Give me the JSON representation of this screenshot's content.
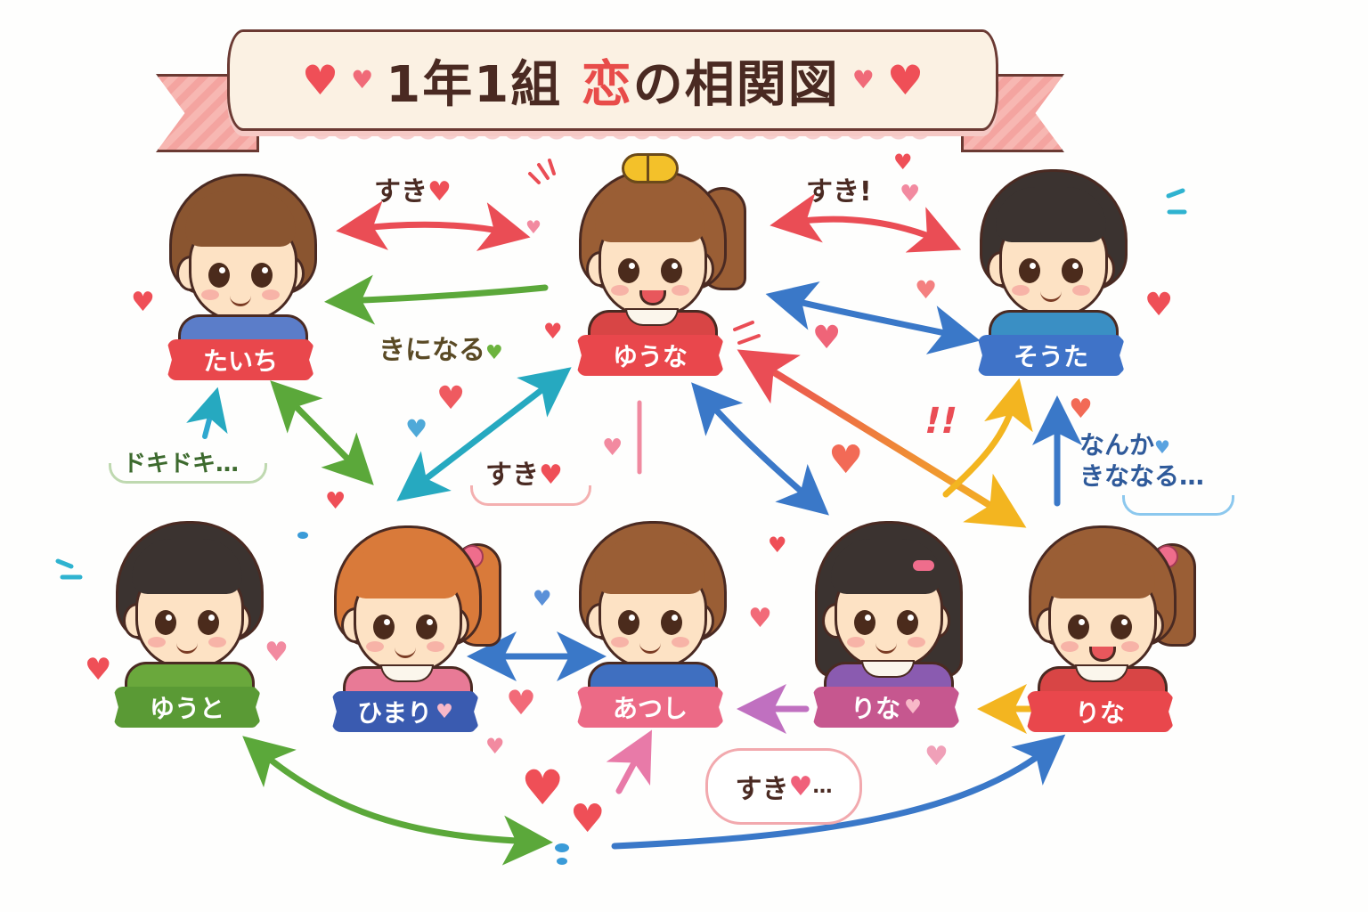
{
  "title": {
    "prefix": "1年1組",
    "accent": "恋",
    "suffix": "の相関図",
    "full": "1年1組 恋の相関図"
  },
  "colors": {
    "title_text": "#4a2a22",
    "title_accent": "#e84c4a",
    "banner_bg": "#fbf1e3",
    "banner_tail": "#f4a4a0",
    "heart_red": "#ef4f57",
    "heart_pink": "#f28aa0"
  },
  "characters": [
    {
      "id": "taichi",
      "name": "たいち",
      "tag_color": "#e9474c",
      "hair": "#8a5530",
      "shirt": "#5b7dc9",
      "position": "top-left"
    },
    {
      "id": "yuuna",
      "name": "ゆうな",
      "tag_color": "#e9474c",
      "hair": "#9a5e35",
      "shirt": "#d84545",
      "accessory": "yellow-ribbon",
      "position": "top-center"
    },
    {
      "id": "souta",
      "name": "そうた",
      "tag_color": "#3f73c8",
      "hair": "#3b3330",
      "shirt": "#3a8fc4",
      "position": "top-right"
    },
    {
      "id": "yuuto",
      "name": "ゆうと",
      "tag_color": "#5a9a35",
      "hair": "#3b3330",
      "shirt": "#6aa83c",
      "position": "bottom-1"
    },
    {
      "id": "himari",
      "name": "ひまり",
      "tag_color": "#3a5bb0",
      "hair": "#d97a3a",
      "shirt": "#e87a96",
      "tag_heart": "♥",
      "position": "bottom-2"
    },
    {
      "id": "atsushi",
      "name": "あつし",
      "tag_color": "#ec6a86",
      "hair": "#9a5e35",
      "shirt": "#3f6fc0",
      "position": "bottom-3"
    },
    {
      "id": "rina1",
      "name": "りな",
      "tag_color": "#c6578f",
      "hair": "#3b3330",
      "shirt": "#8a5bb0",
      "tag_heart": "♥",
      "accessory": "pink-hairclip",
      "position": "bottom-4"
    },
    {
      "id": "rina2",
      "name": "りな",
      "tag_color": "#e9474c",
      "hair": "#9a5e35",
      "shirt": "#d84545",
      "accessory": "pink-scrunchie",
      "position": "bottom-5"
    }
  ],
  "relations": [
    {
      "from": "taichi",
      "to": "yuuna",
      "type": "mutual",
      "color": "#ea4d55",
      "label": "すき",
      "label_icon": "♥"
    },
    {
      "from": "yuuna",
      "to": "taichi",
      "type": "one-way",
      "color": "#5ba83a",
      "label": "きになる",
      "label_icon": "♥"
    },
    {
      "from": "yuuna",
      "to": "souta",
      "type": "mutual",
      "color": "#ea4d55",
      "label": "すき!"
    },
    {
      "from": "yuuna",
      "to": "souta",
      "type": "mutual",
      "color": "#3a78c8"
    },
    {
      "from": "taichi",
      "to": "himari",
      "type": "mutual",
      "color": "#5ba83a"
    },
    {
      "from": "yuuto",
      "to": "taichi",
      "type": "one-way",
      "color": "#2fa8cf",
      "label": "ドキドキ…"
    },
    {
      "from": "himari",
      "to": "yuuna",
      "type": "mutual",
      "color": "#26a9c0"
    },
    {
      "from": "atsushi",
      "to": "yuuna",
      "type": "line",
      "color": "#f08aa0",
      "label": "すき",
      "label_icon": "♥"
    },
    {
      "from": "yuuna",
      "to": "rina1",
      "type": "mutual",
      "color": "#3a78c8"
    },
    {
      "from": "yuuna",
      "to": "rina2",
      "type": "mutual",
      "color": "#f0a020",
      "annotation": "!!"
    },
    {
      "from": "rina2",
      "to": "souta",
      "type": "one-way",
      "color": "#f3c12a"
    },
    {
      "from": "rina2",
      "to": "souta",
      "type": "one-way",
      "color": "#3a78c8",
      "label": "なんか きななる…",
      "label_icon": "♥"
    },
    {
      "from": "himari",
      "to": "atsushi",
      "type": "mutual",
      "color": "#3a78c8"
    },
    {
      "from": "rina1",
      "to": "atsushi",
      "type": "one-way",
      "color": "#c070c0"
    },
    {
      "from": "rina2",
      "to": "rina1",
      "type": "one-way",
      "color": "#f3c12a"
    },
    {
      "from": "yuuto",
      "to": "bottom-center",
      "type": "mutual",
      "color": "#5ba83a"
    },
    {
      "from": "bottom-center",
      "to": "rina2",
      "type": "one-way",
      "color": "#3a78c8"
    },
    {
      "from": "bottom-center",
      "to": "atsushi",
      "type": "one-way",
      "color": "#e87aa8",
      "label": "すき♥…"
    }
  ],
  "labels": {
    "taichi_yuuna": "すき",
    "yuuna_taichi": "きになる",
    "yuuna_souta": "すき!",
    "yuuto": "ドキドキ…",
    "atsushi": "すき",
    "rina2_line1": "なんか",
    "rina2_line2": "きななる…",
    "cloud": "すき",
    "cloud_trail": "…",
    "exclaim": "!!",
    "heart": "♥"
  }
}
